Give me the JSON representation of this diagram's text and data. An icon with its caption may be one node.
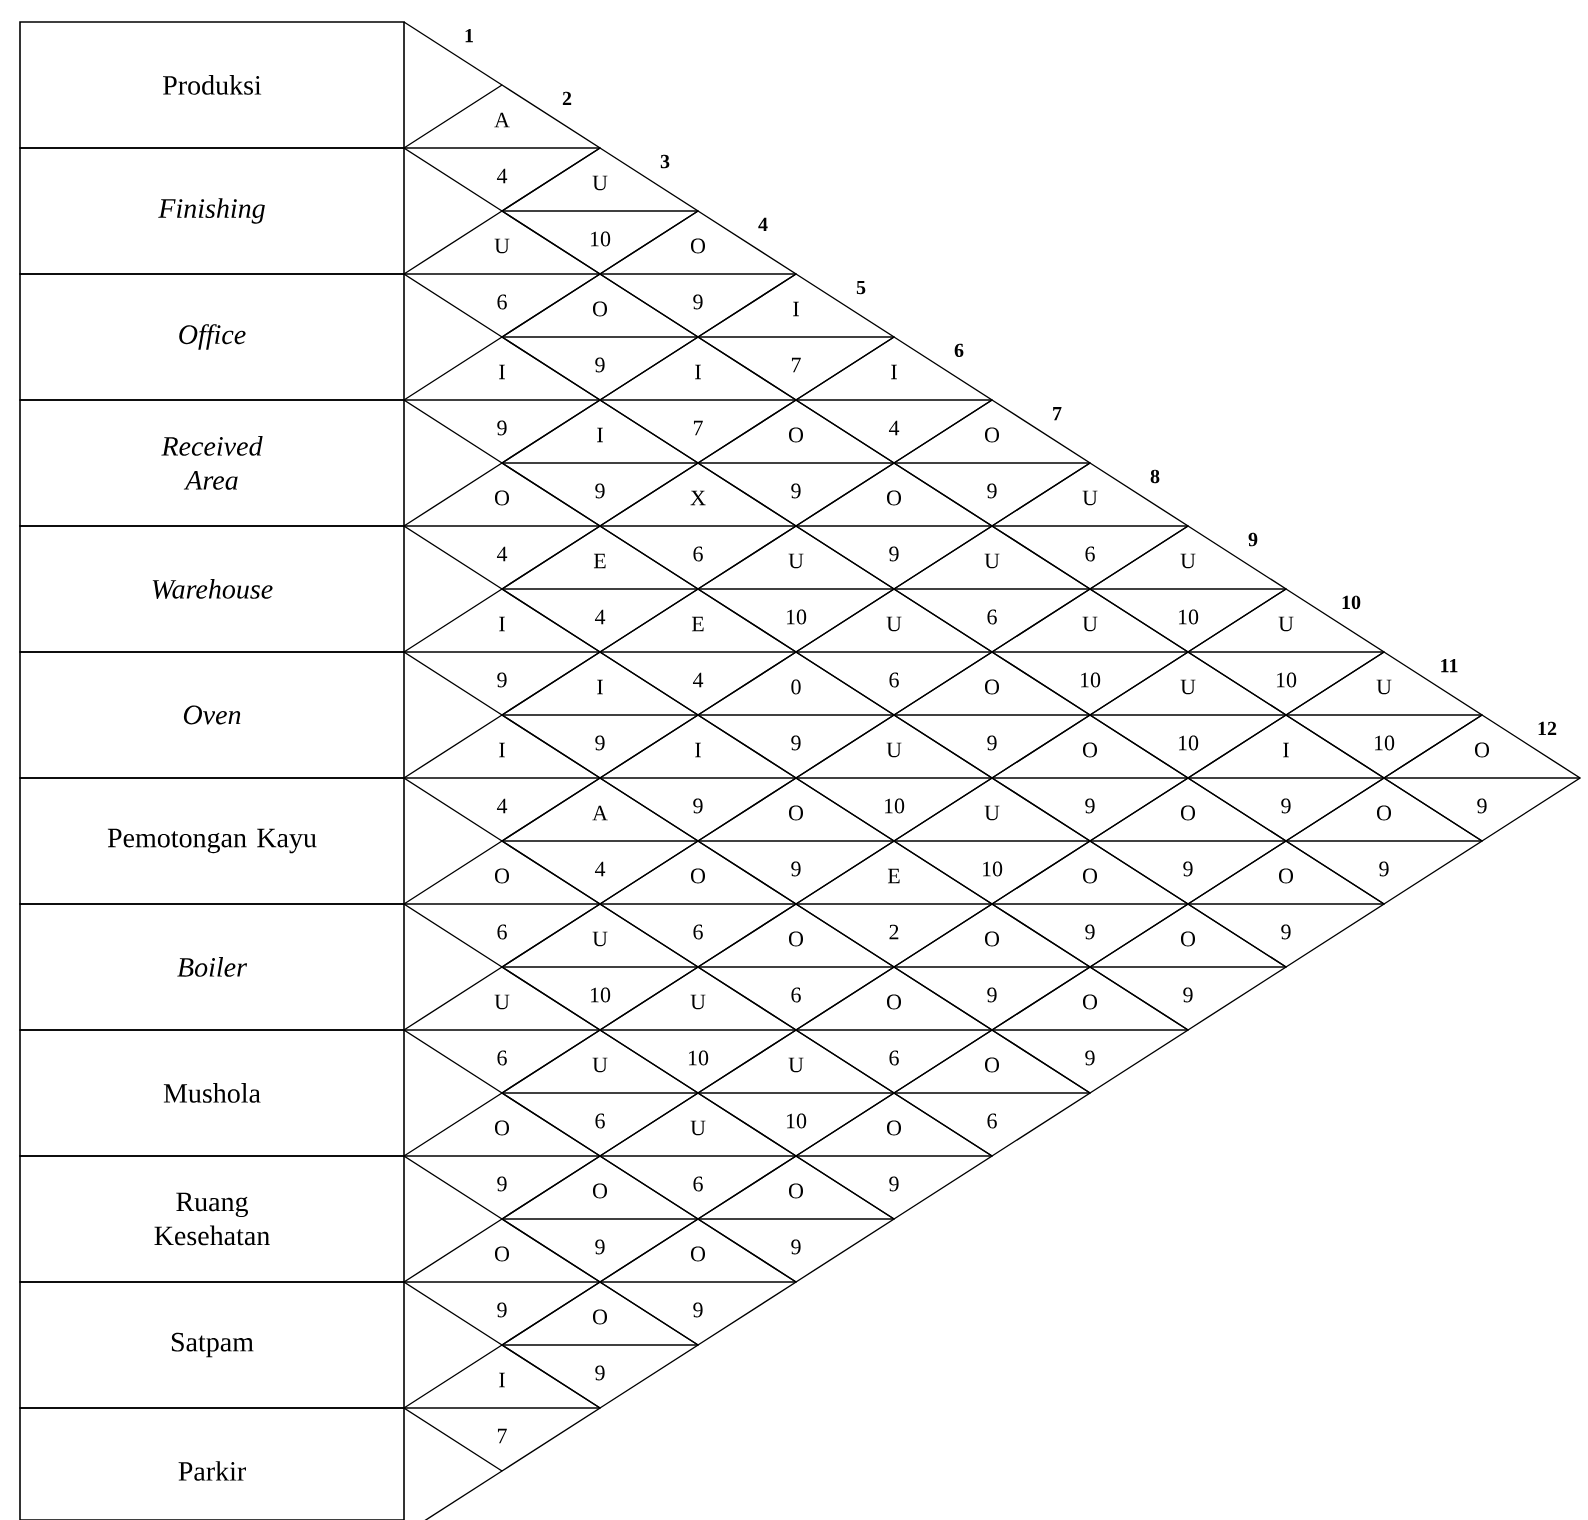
{
  "diagram": {
    "nodes": [
      {
        "text": [
          "Produksi"
        ]
      },
      {
        "text": [
          "Finishing"
        ]
      },
      {
        "text": [
          "Office"
        ]
      },
      {
        "text": [
          "Received Area"
        ]
      },
      {
        "text": [
          "Warehouse"
        ]
      },
      {
        "text": [
          "Oven"
        ]
      },
      {
        "text": [
          "Pemotongan Kayu"
        ]
      },
      {
        "text": [
          "Boiler"
        ]
      },
      {
        "text": [
          "Mushola"
        ]
      },
      {
        "text": [
          "Ruang Kesehatan"
        ]
      },
      {
        "text": [
          "Satpam"
        ]
      },
      {
        "text": [
          "Parkir"
        ]
      },
      {
        "text": [
          "A",
          "4"
        ]
      },
      {
        "text": [
          "U",
          "10"
        ]
      },
      {
        "text": [
          "U",
          "6"
        ]
      },
      {
        "text": [
          "O",
          "9"
        ]
      },
      {
        "text": [
          "O",
          "9"
        ]
      },
      {
        "text": [
          "I",
          "7"
        ]
      },
      {
        "text": [
          "I",
          "9"
        ]
      },
      {
        "text": [
          "I",
          "7"
        ]
      },
      {
        "text": [
          "I",
          "4"
        ]
      },
      {
        "text": [
          "I",
          "9"
        ]
      },
      {
        "text": [
          "O",
          "9"
        ]
      },
      {
        "text": [
          "O",
          "9"
        ]
      },
      {
        "text": [
          "O",
          "4"
        ]
      },
      {
        "text": [
          "X",
          "6"
        ]
      },
      {
        "text": [
          "O",
          "9"
        ]
      },
      {
        "text": [
          "U",
          "6"
        ]
      },
      {
        "text": [
          "E",
          "4"
        ]
      },
      {
        "text": [
          "U",
          "10"
        ]
      },
      {
        "text": [
          "U",
          "6"
        ]
      },
      {
        "text": [
          "U",
          "10"
        ]
      },
      {
        "text": [
          "I",
          "9"
        ]
      },
      {
        "text": [
          "E",
          "4"
        ]
      },
      {
        "text": [
          "U",
          "6"
        ]
      },
      {
        "text": [
          "U",
          "10"
        ]
      },
      {
        "text": [
          "U",
          "10"
        ]
      },
      {
        "text": [
          "I",
          "9"
        ]
      },
      {
        "text": [
          "0",
          "9"
        ]
      },
      {
        "text": [
          "O",
          "9"
        ]
      },
      {
        "text": [
          "U",
          "10"
        ]
      },
      {
        "text": [
          "U",
          "10"
        ]
      },
      {
        "text": [
          "I",
          "4"
        ]
      },
      {
        "text": [
          "I",
          "9"
        ]
      },
      {
        "text": [
          "U",
          "10"
        ]
      },
      {
        "text": [
          "O",
          "9"
        ]
      },
      {
        "text": [
          "I",
          "9"
        ]
      },
      {
        "text": [
          "O",
          "9"
        ]
      },
      {
        "text": [
          "A",
          "4"
        ]
      },
      {
        "text": [
          "O",
          "9"
        ]
      },
      {
        "text": [
          "U",
          "10"
        ]
      },
      {
        "text": [
          "O",
          "9"
        ]
      },
      {
        "text": [
          "O",
          "9"
        ]
      },
      {
        "text": [
          "O",
          "6"
        ]
      },
      {
        "text": [
          "O",
          "6"
        ]
      },
      {
        "text": [
          "E",
          "2"
        ]
      },
      {
        "text": [
          "O",
          "9"
        ]
      },
      {
        "text": [
          "O",
          "9"
        ]
      },
      {
        "text": [
          "U",
          "10"
        ]
      },
      {
        "text": [
          "O",
          "6"
        ]
      },
      {
        "text": [
          "O",
          "9"
        ]
      },
      {
        "text": [
          "O",
          "9"
        ]
      },
      {
        "text": [
          "U",
          "6"
        ]
      },
      {
        "text": [
          "U",
          "10"
        ]
      },
      {
        "text": [
          "O",
          "6"
        ]
      },
      {
        "text": [
          "O",
          "9"
        ]
      },
      {
        "text": [
          "U",
          "6"
        ]
      },
      {
        "text": [
          "U",
          "10"
        ]
      },
      {
        "text": [
          "O",
          "6"
        ]
      },
      {
        "text": [
          "O",
          "9"
        ]
      },
      {
        "text": [
          "U",
          "6"
        ]
      },
      {
        "text": [
          "O",
          "9"
        ]
      },
      {
        "text": [
          "O",
          "9"
        ]
      },
      {
        "text": [
          "O",
          "9"
        ]
      },
      {
        "text": [
          "O",
          "9"
        ]
      },
      {
        "text": [
          "O",
          "9"
        ]
      },
      {
        "text": [
          "O",
          "9"
        ]
      },
      {
        "text": [
          "I",
          "7"
        ]
      }
    ],
    "labels": [
      "1",
      "2",
      "3",
      "4",
      "5",
      "6",
      "7",
      "8",
      "9",
      "10",
      "11",
      "12"
    ]
  }
}
